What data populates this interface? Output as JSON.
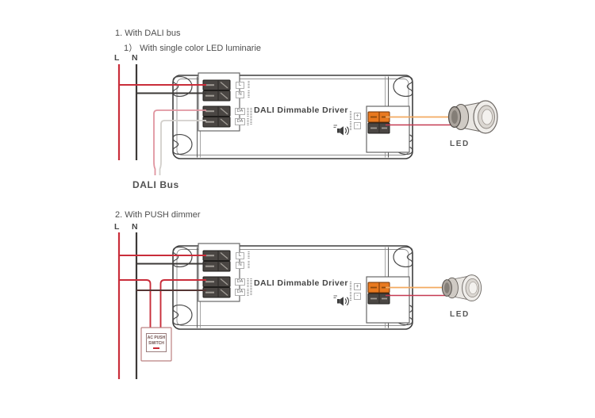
{
  "colors": {
    "live_wire": "#c92d3a",
    "neutral_wire": "#3c3937",
    "dali_pink_wire": "#e095a0",
    "dali_pale_wire": "#d2cfcb",
    "maroon_wire": "#553634",
    "led_plus_wire": "#f3aa60",
    "led_minus_wire": "#c53a52",
    "terminal_orange": "#e8791f",
    "terminal_dark": "#4a4643",
    "case_outline": "#3e3e3e"
  },
  "icons": {
    "buzzer_icon": "speaker-with-sound-waves",
    "mount_slot_icon": "keyhole-mounting-slot"
  },
  "sections": [
    {
      "heading": "1. With DALI bus",
      "subheading": "1） With single color LED luminarie",
      "live_label": "L",
      "neutral_label": "N",
      "driver_title": "DALI Dimmable Driver",
      "terminals": {
        "input": [
          "L",
          "N"
        ],
        "dali": [
          "DA",
          "DA"
        ],
        "output": [
          "+",
          "-"
        ]
      },
      "bus_label": "DALI Bus",
      "led_label": "LED"
    },
    {
      "heading": "2. With PUSH dimmer",
      "live_label": "L",
      "neutral_label": "N",
      "driver_title": "DALI Dimmable Driver",
      "terminals": {
        "input": [
          "L",
          "N"
        ],
        "dali": [
          "DA",
          "DA"
        ],
        "output": [
          "+",
          "-"
        ]
      },
      "push_switch_line1": "AC PUSH",
      "push_switch_line2": "SWITCH",
      "led_label": "LED"
    }
  ]
}
